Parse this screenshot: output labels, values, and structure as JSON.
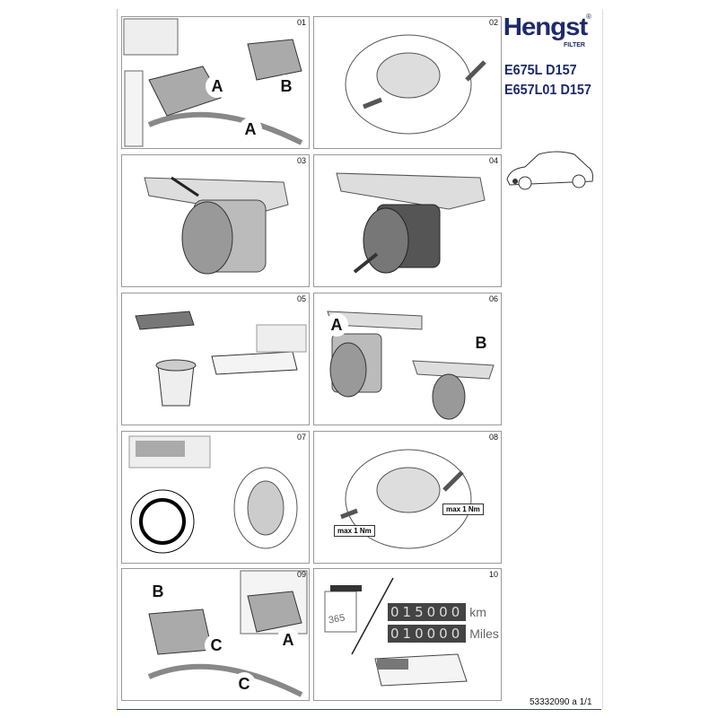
{
  "brand": {
    "name": "Hengst",
    "sub": "FILTER",
    "reg": "®"
  },
  "codes": [
    "E675L D157",
    "E657L01 D157"
  ],
  "panels": [
    {
      "num": "01",
      "labels": [
        "A",
        "B",
        "A"
      ]
    },
    {
      "num": "02"
    },
    {
      "num": "03"
    },
    {
      "num": "04"
    },
    {
      "num": "05"
    },
    {
      "num": "06",
      "labels": [
        "A",
        "B"
      ]
    },
    {
      "num": "07"
    },
    {
      "num": "08",
      "torque": [
        "max 1 Nm",
        "max 1 Nm"
      ]
    },
    {
      "num": "09",
      "labels": [
        "B",
        "C",
        "A",
        "C"
      ]
    },
    {
      "num": "10",
      "calendar": "365",
      "km": "015000",
      "km_unit": "km",
      "miles": "010000",
      "miles_unit": "Miles"
    }
  ],
  "footer": "53332090 a 1/1",
  "colors": {
    "brand": "#1e2a6b"
  }
}
